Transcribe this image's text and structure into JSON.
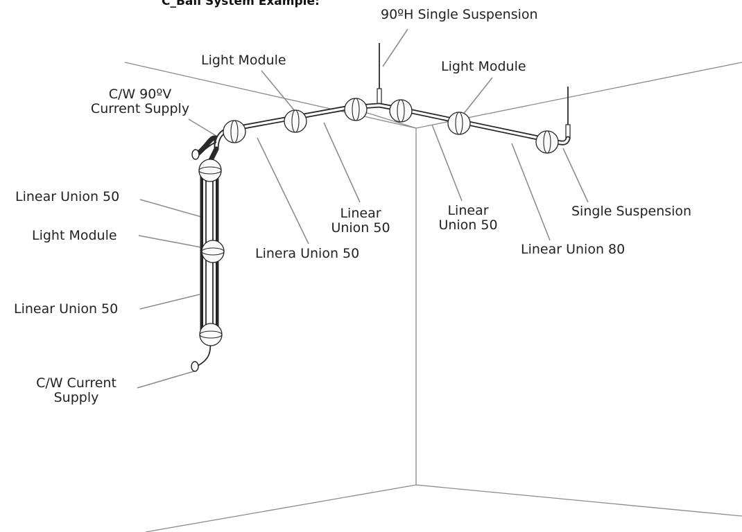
{
  "title": "C_Ball System Example:",
  "labels": {
    "suspension_90h": "90ºH Single Suspension",
    "light_module_1": "Light Module",
    "light_module_2": "Light Module",
    "cw_90v_supply": "C/W 90ºV\nCurrent Supply",
    "linear_union_50_a": "Linear Union 50",
    "light_module_3": "Light Module",
    "linear_union_50_b": "Linear Union 50",
    "cw_supply": "C/W Current\nSupply",
    "linera_union_50": "Linera Union 50",
    "linear_union_50_c": "Linear\nUnion 50",
    "linear_union_50_d": "Linear\nUnion 50",
    "single_suspension": "Single Suspension",
    "linear_union_80": "Linear Union 80"
  }
}
